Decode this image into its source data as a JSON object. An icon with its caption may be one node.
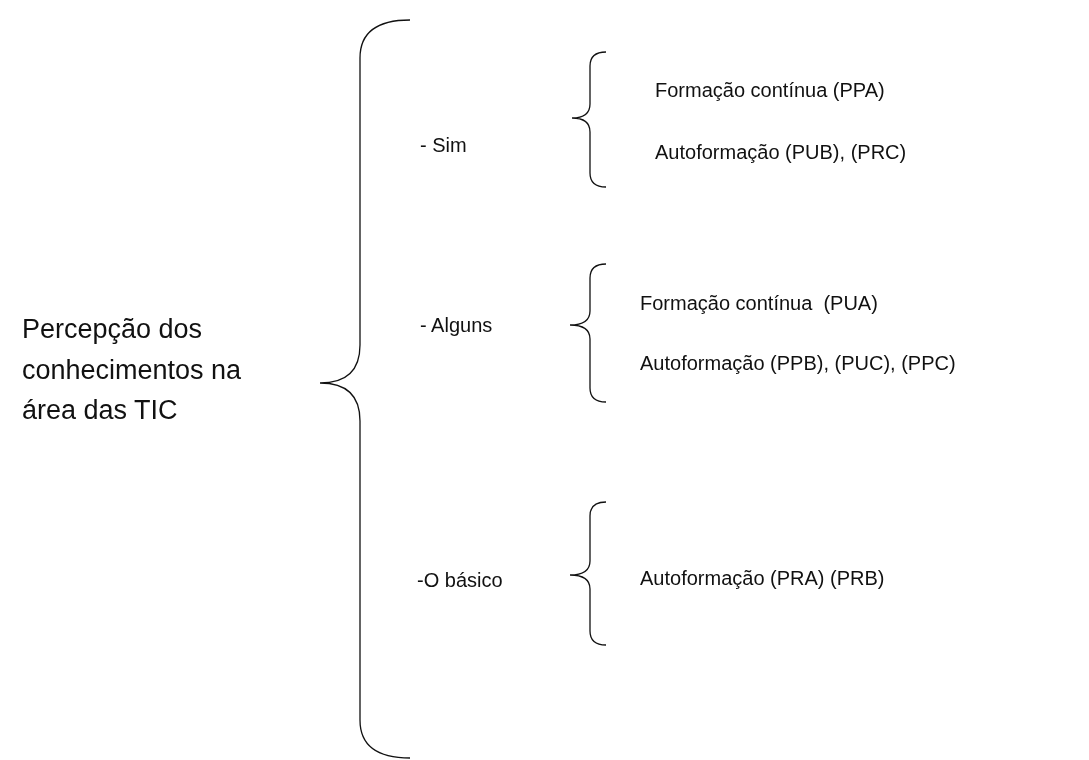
{
  "diagram": {
    "labels": [
      "Percepção dos conhecimentos na área das TIC",
      "- Sim",
      "Formação contínua (PPA)",
      "Autoformação (PUB), (PRC)",
      "- Alguns",
      "Formação contínua  (PUA)",
      "Autoformação (PPB), (PUC), (PPC)",
      "-O básico",
      "Autoformação (PRA) (PRB)"
    ]
  }
}
